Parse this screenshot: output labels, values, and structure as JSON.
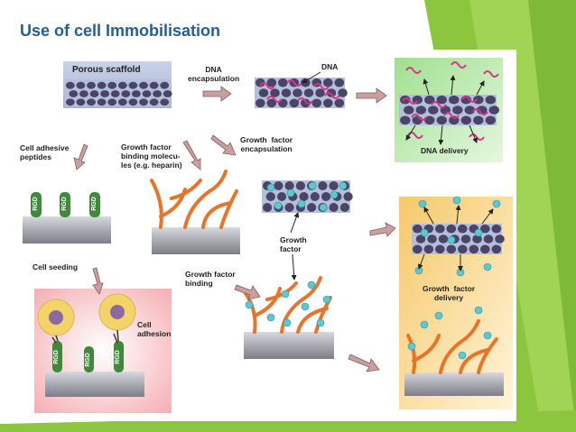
{
  "slide": {
    "title": "Use of cell Immobilisation"
  },
  "labels": {
    "porous_scaffold": "Porous scaffold",
    "dna_encapsulation": "DNA\nencapsulation",
    "dna": "DNA",
    "dna_delivery": "DNA delivery",
    "cell_adhesive_peptides": "Cell adhesive\npeptides",
    "growth_factor_binding_molecules": "Growth factor\nbinding molecu-\nles (e.g. heparin)",
    "growth_factor_encapsulation": "Growth  factor\nencapsulation",
    "rgd": "RGD",
    "growth_factor": "Growth\nfactor",
    "growth_factor_delivery": "Growth  factor\ndelivery",
    "cell_seeding": "Cell seeding",
    "growth_factor_binding": "Growth factor\nbinding",
    "cell_adhesion": "Cell\nadhesion"
  },
  "colors": {
    "title": "#1f5fa0",
    "background_green": "#8cc63f",
    "scaffold_pore": "#4a4466",
    "dna_strand": "#d6338a",
    "growth_factor_dot": "#5cc8d0",
    "fiber_orange": "#e8742a",
    "arrow": "#b08080",
    "slab_gray": "#a9a9b2",
    "rgd_green": "#3e8a3a",
    "cell_yellow": "#f3d36a",
    "nucleus_purple": "#8a6aa0"
  }
}
